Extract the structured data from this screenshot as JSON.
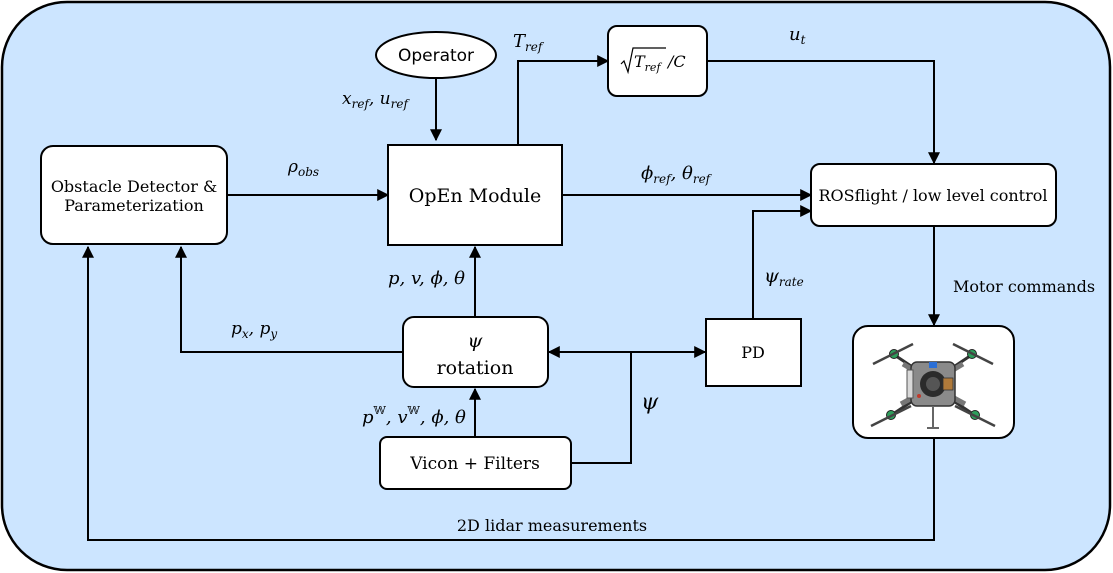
{
  "blocks": {
    "operator": "Operator",
    "obstacle_line1": "Obstacle Detector &",
    "obstacle_line2": "Parameterization",
    "open_module": "OpEn Module",
    "thrust_sqrt": "T",
    "thrust_sqrt_sub": "ref",
    "thrust_div": "/C",
    "rosflight": "ROSflight / low level control",
    "rotation_symbol": "ψ",
    "rotation_label": "rotation",
    "pd": "PD",
    "vicon": "Vicon + Filters"
  },
  "signals": {
    "ref_inputs": "x",
    "ref_inputs_sub1": "ref",
    "ref_inputs_mid": ", u",
    "ref_inputs_sub2": "ref",
    "rho_obs": "ρ",
    "rho_obs_sub": "obs",
    "t_ref": "T",
    "t_ref_sub": "ref",
    "u_t": "u",
    "u_t_sub": "t",
    "phi_theta_ref": "ϕ",
    "phi_theta_ref_sub1": "ref",
    "phi_theta_ref_mid": ", θ",
    "phi_theta_ref_sub2": "ref",
    "psi_rate": "ψ",
    "psi_rate_sub": "rate",
    "state": "p, v, ϕ, θ",
    "pxpy_p": "p",
    "pxpy_sub1": "x",
    "pxpy_mid": ", p",
    "pxpy_sub2": "y",
    "world_p": "p",
    "world_sup1": "𝕎",
    "world_mid": ", v",
    "world_sup2": "𝕎",
    "world_end": ", ϕ, θ",
    "psi": "ψ",
    "motor_commands": "Motor commands",
    "lidar": "2D lidar measurements"
  },
  "colors": {
    "panel_fill": "#cce5ff",
    "stroke": "#000000",
    "box_fill": "#ffffff"
  },
  "icons": {
    "drone": "quadrotor-drone-photo"
  }
}
